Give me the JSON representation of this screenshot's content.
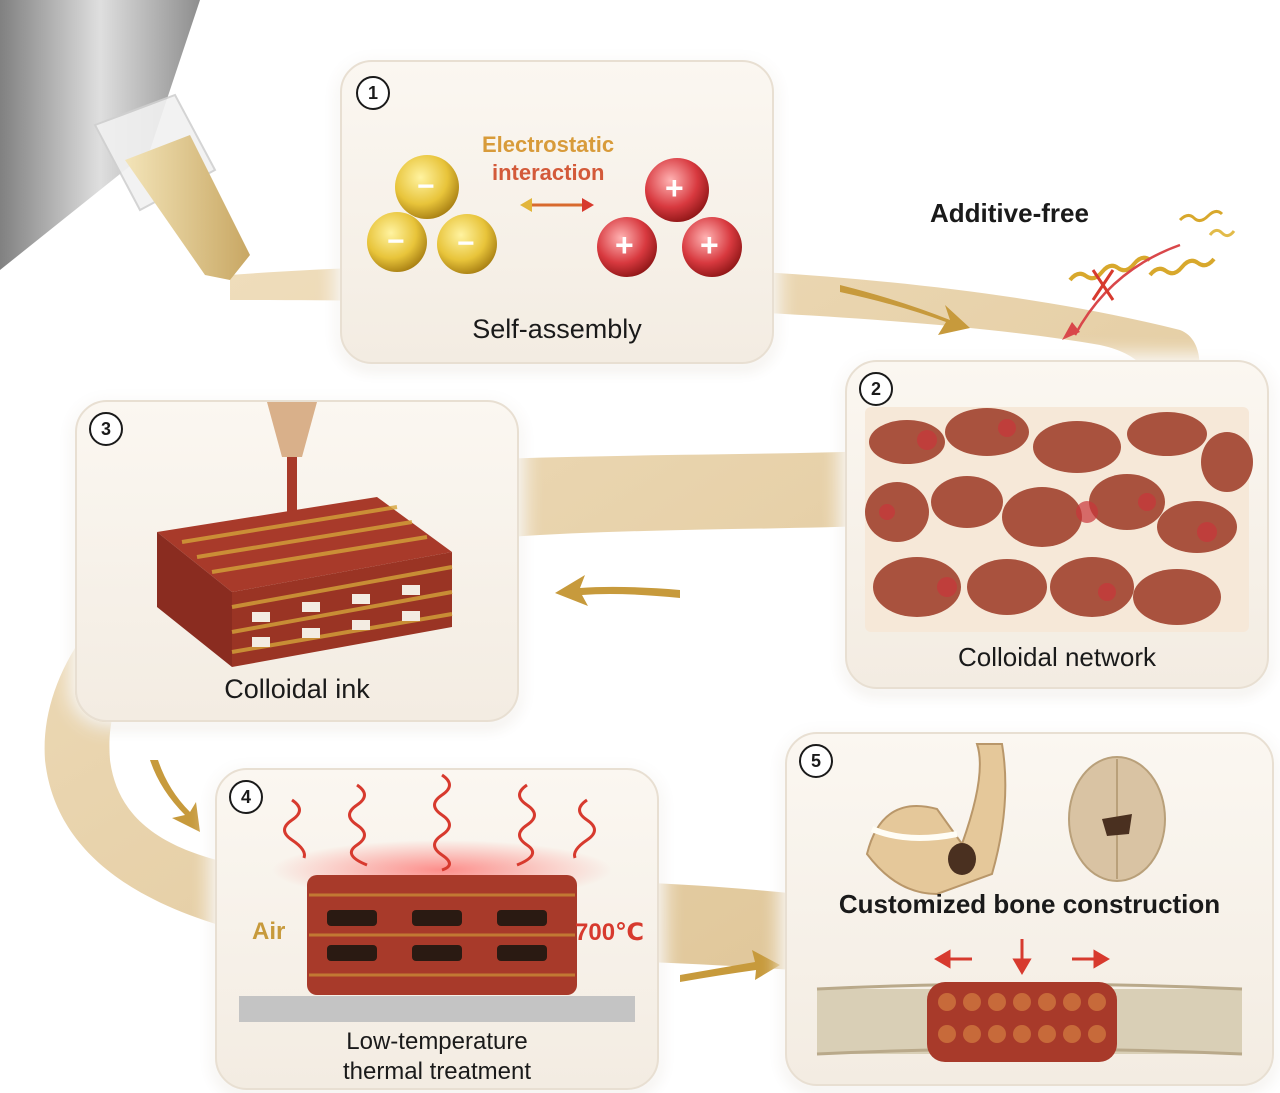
{
  "steps": [
    {
      "number": "1",
      "caption": "Self-assembly",
      "interaction_line1": "Electrostatic",
      "interaction_line2": "interaction",
      "negative_sign": "−",
      "positive_sign": "+"
    },
    {
      "number": "2",
      "caption": "Colloidal network"
    },
    {
      "number": "3",
      "caption": "Colloidal ink"
    },
    {
      "number": "4",
      "caption_line1": "Low-temperature",
      "caption_line2": "thermal treatment",
      "atmosphere": "Air",
      "temperature": "700℃"
    },
    {
      "number": "5",
      "caption": "Customized bone construction"
    }
  ],
  "side_label": "Additive-free",
  "colors": {
    "negative_particle": "#e8c43a",
    "positive_particle": "#d8393f",
    "heat_arrow": "#d73a2e",
    "flow_band": "#e2c99c",
    "flow_arrow": "#c79a3c",
    "scaffold": "#a83a2a"
  },
  "icons": [
    "nozzle-icon",
    "negative-particle-icon",
    "positive-particle-icon",
    "bidirectional-arrow-icon",
    "cross-mark-icon",
    "heat-wave-icon",
    "jaw-bone-icon",
    "skull-icon",
    "flow-arrow-icon"
  ]
}
